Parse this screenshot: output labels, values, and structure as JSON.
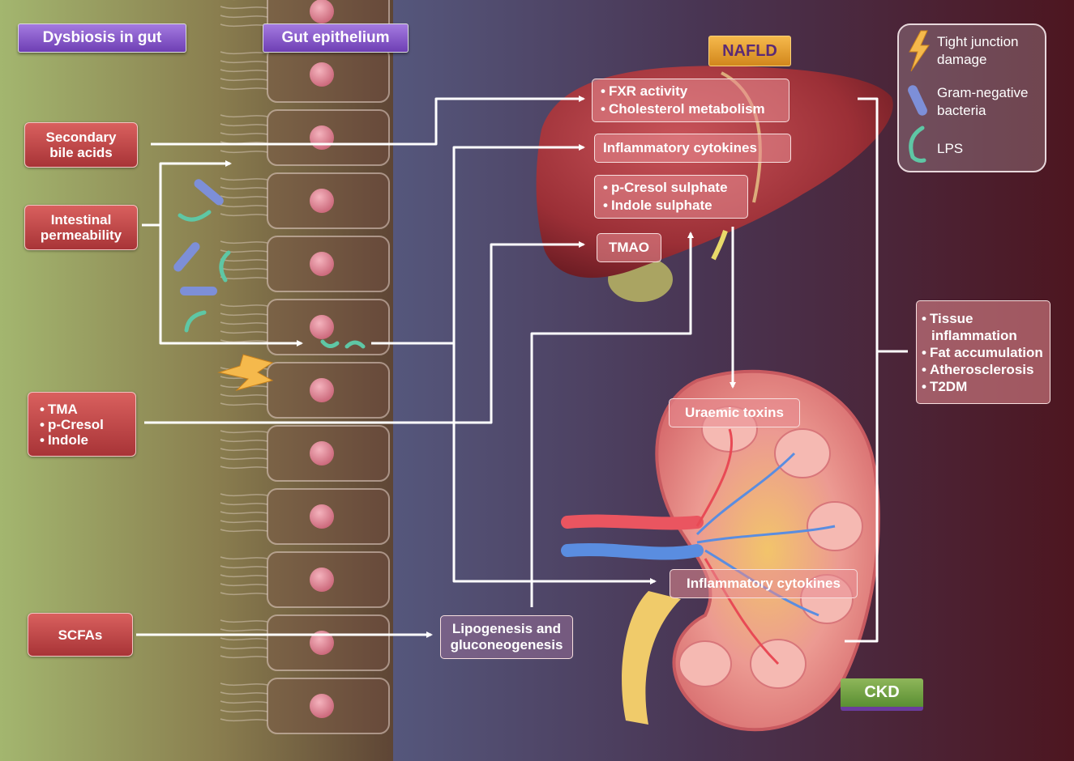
{
  "headers": {
    "dysbiosis": "Dysbiosis in gut",
    "epithelium": "Gut epithelium",
    "nafld": "NAFLD",
    "ckd": "CKD"
  },
  "left_boxes": {
    "secondary_bile_acids": [
      "Secondary",
      "bile acids"
    ],
    "intestinal_permeability": [
      "Intestinal",
      "permeability"
    ],
    "metabolites": [
      "TMA",
      "p-Cresol",
      "Indole"
    ],
    "scfas": "SCFAs"
  },
  "liver_boxes": {
    "fxr": [
      "FXR activity",
      "Cholesterol metabolism"
    ],
    "inflammatory_cytokines": "Inflammatory cytokines",
    "sulphates": [
      "p-Cresol sulphate",
      "Indole sulphate"
    ],
    "tmao": "TMAO"
  },
  "kidney_boxes": {
    "uraemic_toxins": "Uraemic toxins",
    "inflammatory_cytokines": "Inflammatory cytokines"
  },
  "lipogenesis": [
    "Lipogenesis and",
    "gluconeogenesis"
  ],
  "outcomes": [
    "Tissue",
    "inflammation",
    "Fat accumulation",
    "Atherosclerosis",
    "T2DM"
  ],
  "legend": {
    "tight_junction": [
      "Tight junction",
      "damage"
    ],
    "gram_negative": [
      "Gram-negative",
      "bacteria"
    ],
    "lps": "LPS"
  },
  "colors": {
    "gut_green": "#9fb46e",
    "epithelium_brown": "#6e5039",
    "dark_purple": "#4a4a72",
    "dark_red": "#4a1420",
    "red_box": "#b8403f",
    "purple_label": "#8a5cc9",
    "nafld_orange": "#e8a33a",
    "ckd_green": "#7aa34a"
  }
}
